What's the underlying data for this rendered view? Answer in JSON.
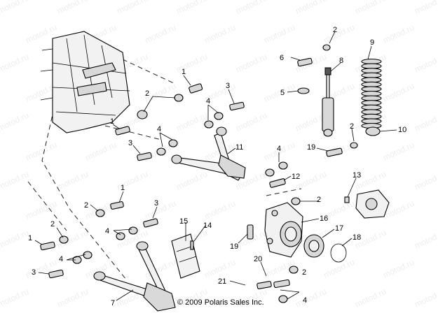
{
  "diagram": {
    "copyright": "© 2009 Polaris Sales Inc.",
    "watermark": "motod.ru",
    "callouts": {
      "c1a": "1",
      "c1b": "1",
      "c1c": "1",
      "c1d": "1",
      "c2a": "2",
      "c2b": "2",
      "c2c": "2",
      "c2d": "2",
      "c2e": "2",
      "c2f": "2",
      "c2g": "2",
      "c3a": "3",
      "c3b": "3",
      "c3c": "3",
      "c3d": "3",
      "c4a": "4",
      "c4b": "4",
      "c4c": "4",
      "c4d": "4",
      "c4e": "4",
      "c4f": "4",
      "c5": "5",
      "c6": "6",
      "c7": "7",
      "c8": "8",
      "c9": "9",
      "c10": "10",
      "c11": "11",
      "c12": "12",
      "c13": "13",
      "c14": "14",
      "c15": "15",
      "c16": "16",
      "c17": "17",
      "c18": "18",
      "c19a": "19",
      "c19b": "19",
      "c20": "20",
      "c21": "21"
    }
  }
}
